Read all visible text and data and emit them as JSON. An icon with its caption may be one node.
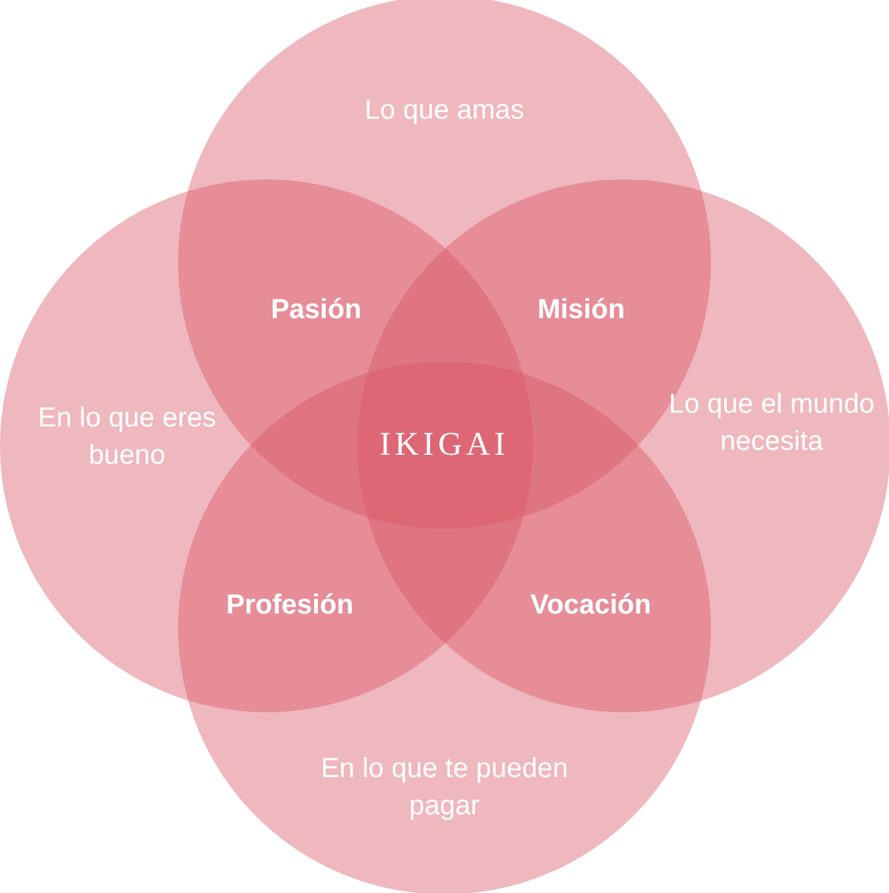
{
  "diagram": {
    "nodes": [
      {
        "text": [
          "Lo que amas"
        ]
      },
      {
        "text": [
          "En lo que eres bueno"
        ]
      },
      {
        "text": [
          "Lo que el mundo necesita"
        ]
      },
      {
        "text": [
          "En lo que te pueden pagar"
        ]
      }
    ],
    "labels": [
      "Pasión",
      "Misión",
      "IKIGAI",
      "Profesión",
      "Vocación"
    ]
  }
}
